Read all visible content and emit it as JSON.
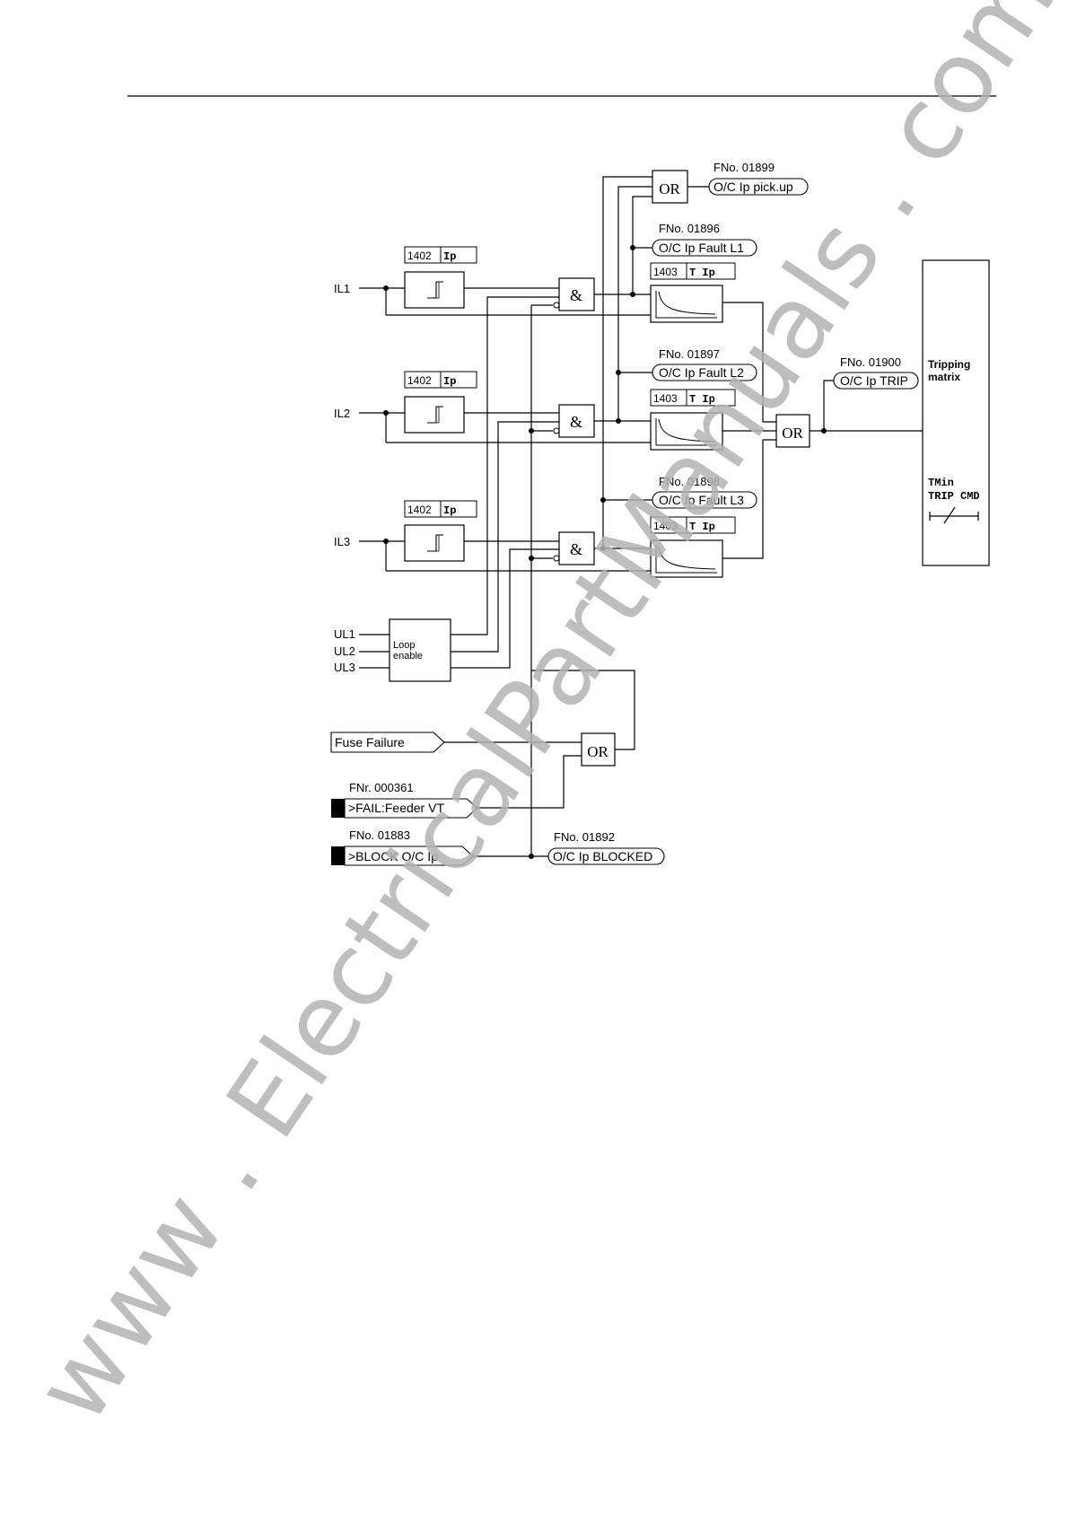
{
  "diagram": {
    "inputs": {
      "il1": "IL1",
      "il2": "IL2",
      "il3": "IL3",
      "ul1": "UL1",
      "ul2": "UL2",
      "ul3": "UL3"
    },
    "param_pickup": {
      "number": "1402",
      "name": "Ip"
    },
    "param_time": {
      "number": "1403",
      "name": "T Ip"
    },
    "and_symbol": "&",
    "or_symbol": "OR",
    "loop_enable": {
      "line1": "Loop",
      "line2": "enable"
    },
    "fno_pickup": "FNo. 01899",
    "msg_pickup": "O/C Ip pick.up",
    "fno_fault_l1": "FNo. 01896",
    "msg_fault_l1": "O/C Ip Fault L1",
    "fno_fault_l2": "FNo. 01897",
    "msg_fault_l2": "O/C Ip Fault L2",
    "fno_fault_l3": "FNo. 01898",
    "msg_fault_l3": "O/C Ip Fault L3",
    "fno_trip": "FNo. 01900",
    "msg_trip": "O/C Ip TRIP",
    "tripping_matrix": {
      "line1": "Tripping",
      "line2": "matrix"
    },
    "tmin": {
      "line1": "TMin",
      "line2": "TRIP CMD"
    },
    "fuse_failure": "Fuse Failure",
    "fnr_fail": "FNr. 000361",
    "msg_fail_feeder": ">FAIL:Feeder VT",
    "fno_block": "FNo. 01883",
    "msg_block": ">BLOCK O/C Ip",
    "fno_blocked": "FNo. 01892",
    "msg_blocked": "O/C Ip BLOCKED"
  },
  "watermark": "www . ElectricalPartManuals . com"
}
